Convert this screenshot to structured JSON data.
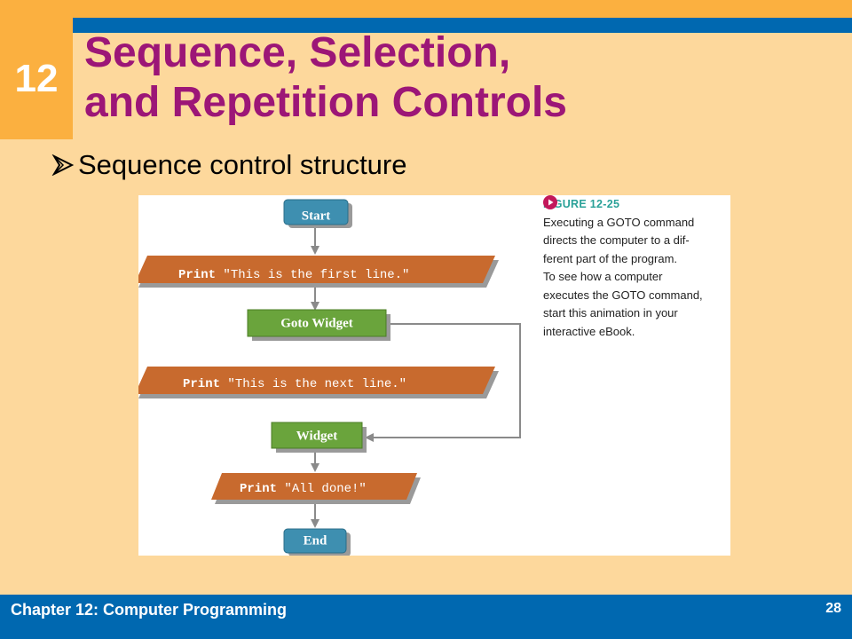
{
  "slide": {
    "chapter_number": "12",
    "title_line1": "Sequence, Selection,",
    "title_line2": "and Repetition Controls",
    "bullet": "Sequence control structure"
  },
  "flowchart": {
    "start": "Start",
    "print1_keyword": "Print",
    "print1_text": " \"This is the first line.\"",
    "goto": "Goto Widget",
    "print2_keyword": "Print",
    "print2_text": " \"This is the next line.\"",
    "widget": "Widget",
    "print3_keyword": "Print",
    "print3_text": " \"All done!\"",
    "end": "End"
  },
  "caption": {
    "label": "FIGURE 12-25",
    "lines": [
      "Executing a GOTO command",
      "directs the computer to a dif-",
      "ferent part of the program.",
      "To see how a computer",
      "executes the GOTO command,",
      "start this animation in your",
      "interactive eBook."
    ]
  },
  "footer": {
    "chapter": "Chapter 12: Computer Programming",
    "page": "28"
  },
  "colors": {
    "terminal": "#3e8fb0",
    "process": "#6aa43c",
    "io": "#c86a2e",
    "title": "#9c1677",
    "accent_blue": "#0068b0",
    "accent_gold": "#fbb040"
  }
}
